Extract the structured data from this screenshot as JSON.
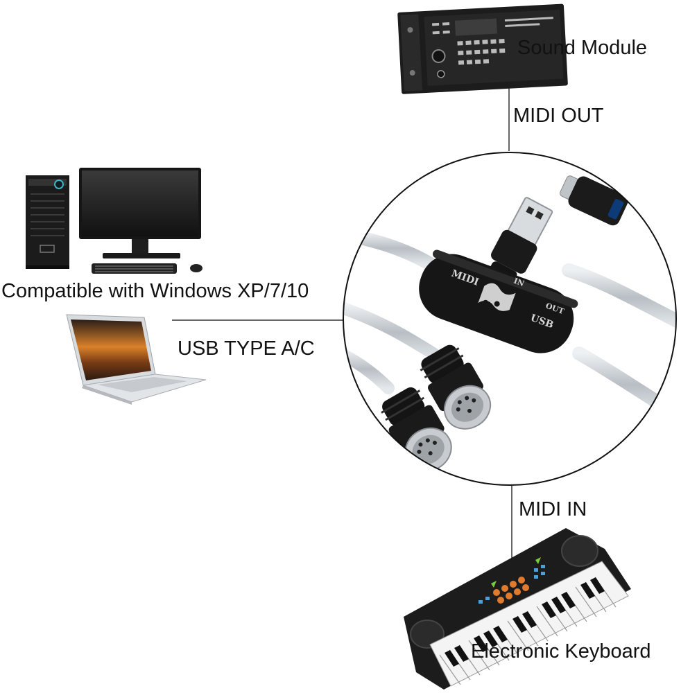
{
  "diagram": {
    "sound_module_label": "Sound Module",
    "midi_out_label": "MIDI OUT",
    "compat_label": "Compatible with Windows XP/7/10",
    "usb_type_label": "USB TYPE A/C",
    "midi_in_label": "MIDI IN",
    "keyboard_label": "Electronic Keyboard",
    "chip": {
      "midi": "MIDI",
      "in": "IN",
      "out": "OUT",
      "usb": "USB"
    }
  },
  "icons": [
    "sound-module-icon",
    "desktop-pc-icon",
    "laptop-icon",
    "midi-usb-cable-icon",
    "usb-c-adapter-icon",
    "electronic-keyboard-icon"
  ],
  "colors": {
    "line": "#333333",
    "device_dark": "#1c1c1c",
    "cable": "#c9ced3",
    "background": "#ffffff"
  }
}
